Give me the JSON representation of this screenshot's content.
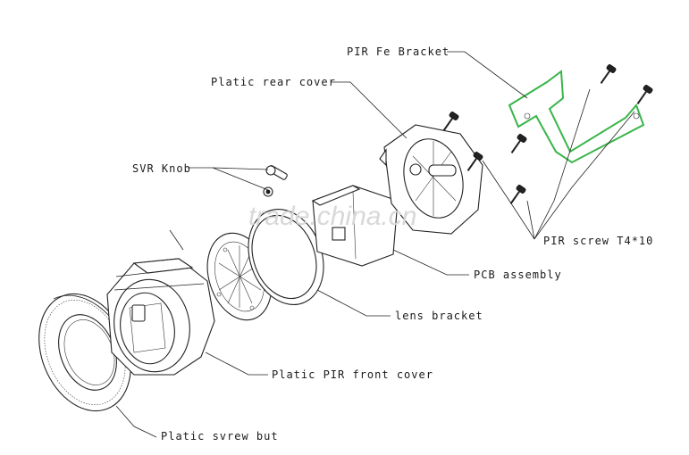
{
  "labels": {
    "bracket": "PIR Fe Bracket",
    "rear_cover": "Platic rear cover",
    "svr_knob": "SVR Knob",
    "screw": "PIR screw T4*10",
    "pcb": "PCB assembly",
    "lens_bracket": "lens bracket",
    "front_cover": "Platic PIR front cover",
    "screw_nut": "Platic svrew but"
  },
  "watermark": "trade.china.cn",
  "colors": {
    "highlight": "#39b54a",
    "line": "#222222"
  }
}
